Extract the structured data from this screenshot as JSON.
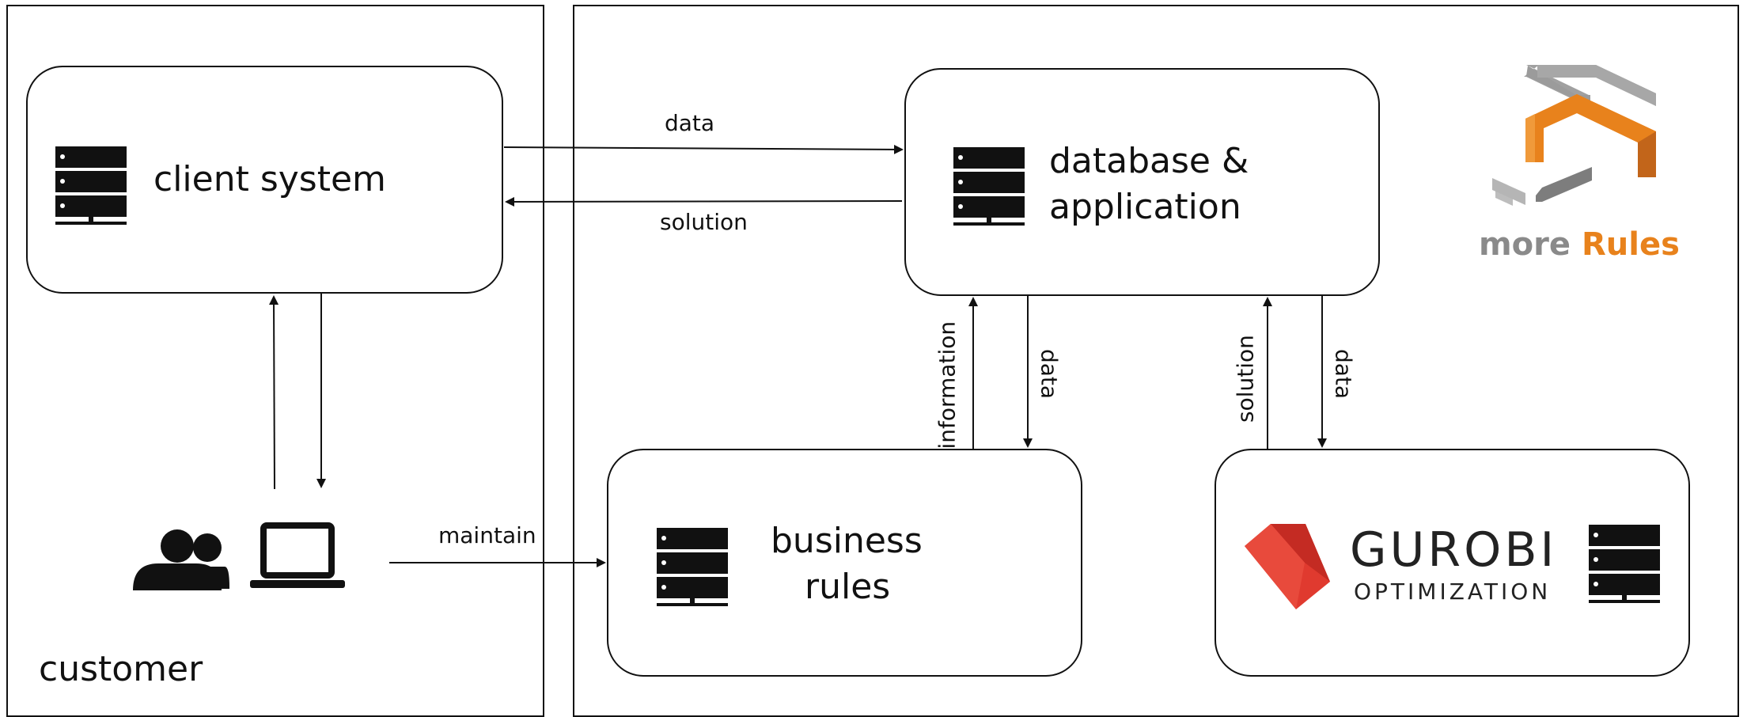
{
  "regions": {
    "customer_label": "customer"
  },
  "nodes": {
    "client_system": "client system",
    "database_app_line1": "database &",
    "database_app_line2": "application",
    "business_rules_line1": "business",
    "business_rules_line2": "rules",
    "gurobi_name": "GUROBI",
    "gurobi_sub": "OPTIMIZATION"
  },
  "edges": {
    "client_to_db": "data",
    "db_to_client": "solution",
    "customer_to_rules": "maintain",
    "rules_to_db": "information",
    "db_to_rules": "data",
    "gurobi_to_db": "solution",
    "db_to_gurobi": "data"
  },
  "logo": {
    "text_part1": "more",
    "text_part2": "Rules",
    "color_grey": "#8a8a8a",
    "color_orange": "#e8821c"
  },
  "colors": {
    "stroke": "#111111",
    "gurobi_red": "#e03a2f"
  },
  "icons": [
    "server-icon",
    "users-icon",
    "laptop-icon",
    "gurobi-logo-icon",
    "morerules-logo-icon"
  ]
}
